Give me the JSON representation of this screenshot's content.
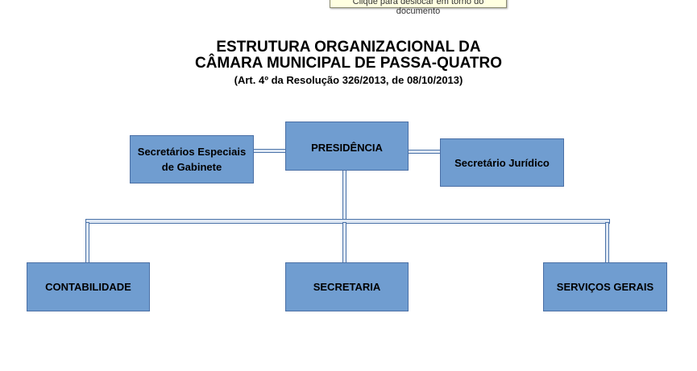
{
  "tooltip": "Clique para deslocar em torno do documento",
  "title": {
    "line1": "ESTRUTURA ORGANIZACIONAL DA",
    "line2": "CÂMARA MUNICIPAL DE PASSA-QUATRO",
    "subtitle": "(Art. 4º da Resolução 326/2013, de 08/10/2013)"
  },
  "org": {
    "top": "PRESIDÊNCIA",
    "left_aide": "Secretários Especiais de Gabinete",
    "right_aide": "Secretário Jurídico",
    "departments": [
      "CONTABILIDADE",
      "SECRETARIA",
      "SERVIÇOS GERAIS"
    ]
  },
  "colors": {
    "box_fill": "#709dd0",
    "box_border": "#4a6fa5"
  }
}
